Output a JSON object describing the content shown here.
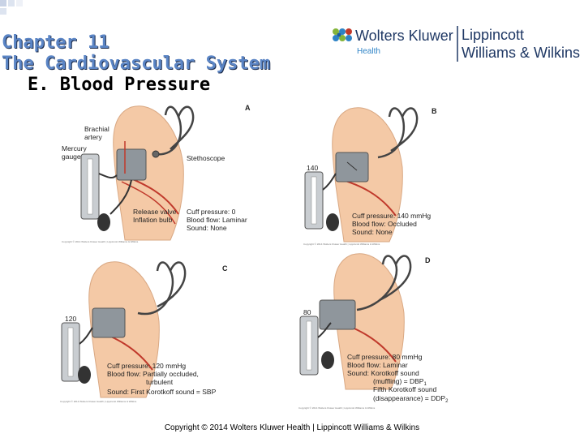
{
  "header": {
    "chapter_line1": "Chapter 11",
    "chapter_line2": "The Cardiovascular System",
    "section": "E.  Blood Pressure"
  },
  "logo": {
    "left_name": "Wolters Kluwer",
    "left_sub": "Health",
    "right_line1": "Lippincott",
    "right_line2": "Williams & Wilkins"
  },
  "panels": {
    "a": {
      "letter": "A",
      "brachial": [
        "Brachial",
        "artery"
      ],
      "mercury": [
        "Mercury",
        "gauge"
      ],
      "stethoscope": "Stethoscope",
      "release_valve": "Release valve",
      "inflation_bulb": "Inflation bulb",
      "cuff_pressure": "Cuff pressure: 0",
      "blood_flow": "Blood flow: Laminar",
      "sound": "Sound: None"
    },
    "b": {
      "letter": "B",
      "gauge_value": "140",
      "cuff_pressure": "Cuff pressure: 140 mmHg",
      "blood_flow": "Blood flow: Occluded",
      "sound": "Sound: None"
    },
    "c": {
      "letter": "C",
      "gauge_value": "120",
      "cuff_pressure": "Cuff pressure: 120 mmHg",
      "blood_flow1": "Blood flow: Partially occluded,",
      "blood_flow2": "turbulent",
      "sound": "Sound: First Korotkoff sound = SBP"
    },
    "d": {
      "letter": "D",
      "gauge_value": "80",
      "cuff_pressure": "Cuff pressure: 80 mmHg",
      "blood_flow": "Blood flow: Laminar",
      "sound1": "Sound: Korotkoff sound",
      "sound2": "(muffling) = DBP",
      "sound2_sub": "1",
      "sound3": "Fifth Korotkoff sound",
      "sound4": "(disappearance) = DDP",
      "sound4_sub": "2"
    },
    "fine_print": "Copyright © 2014 Wolters Kluwer Health | Lippincott Williams & Wilkins"
  },
  "footer": {
    "copyright": "Copyright © 2014 Wolters Kluwer Health | Lippincott Williams & Wilkins"
  }
}
